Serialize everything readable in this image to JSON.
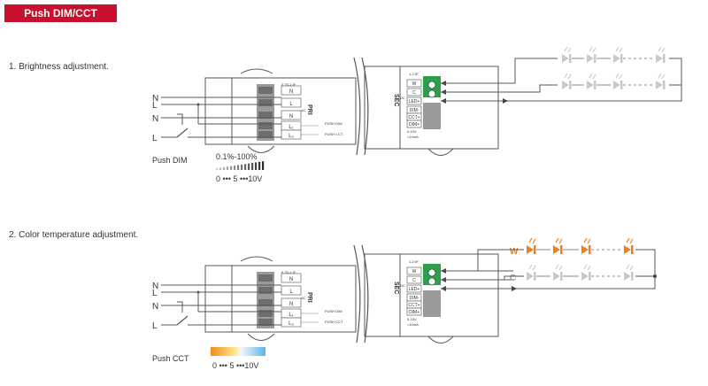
{
  "header": {
    "title": "Push DIM/CCT Connection"
  },
  "steps": [
    {
      "label": "1. Brightness adjustment."
    },
    {
      "label": "2. Color temperature adjustment."
    }
  ],
  "colors": {
    "brand_red": "#c8102e",
    "led_gray": "#c9c9c9",
    "led_warm": "#f07d1a",
    "terminal_green": "#2e9e4a"
  },
  "mains": {
    "n": "N",
    "l": "L"
  },
  "pri": {
    "title": "PRI",
    "sub": "AC",
    "rating": "0.75-1.5²",
    "terminals": [
      "N",
      "L",
      "N",
      "L₁",
      "L₂"
    ],
    "push_dim": "PUSH DIM",
    "push_cct": "PUSH CCT"
  },
  "sec": {
    "title": "SEC",
    "sub": "DC",
    "rating": "1-2.5²",
    "terminals": [
      "W",
      "C",
      "LED+",
      "DIM-",
      "CCT+",
      "DIM+"
    ],
    "note": "0-10V",
    "note2": "<10mA"
  },
  "diagram1": {
    "mode_label": "Push DIM",
    "range_label": "0.1%-100%",
    "scale": "0 ••• 5 •••10V"
  },
  "diagram2": {
    "mode_label": "Push CCT",
    "scale": "0 ••• 5 •••10V",
    "warm_label": "W",
    "cool_label": "C"
  }
}
